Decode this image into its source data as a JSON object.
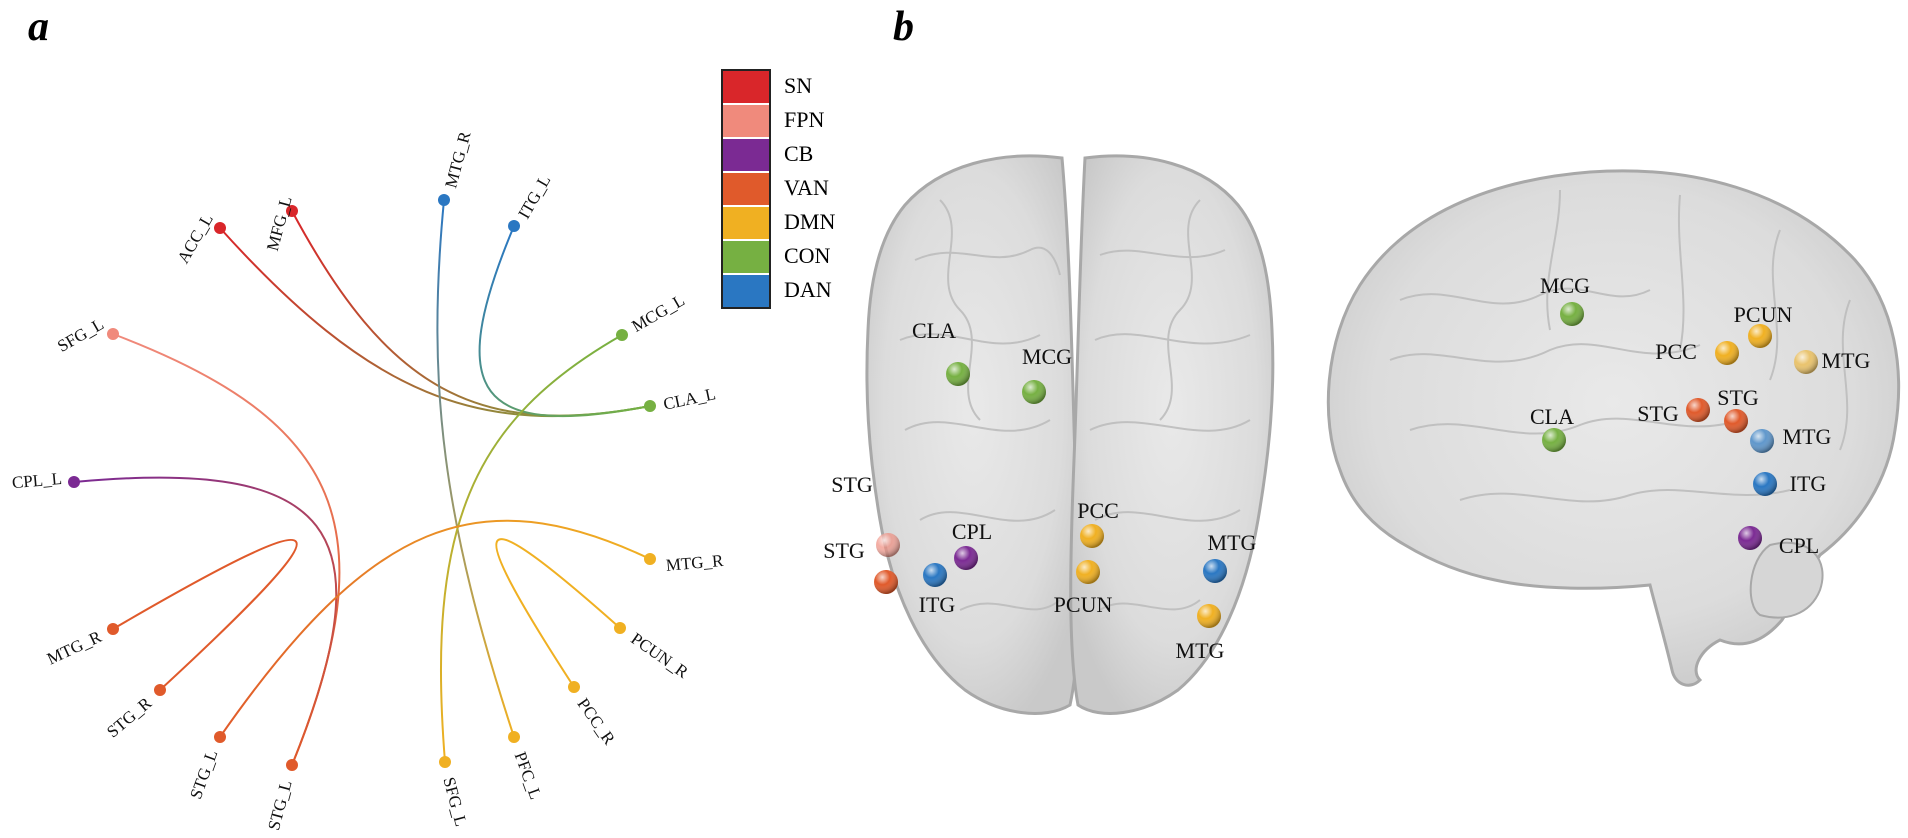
{
  "panels": [
    "a",
    "b"
  ],
  "colors": {
    "SN": "#d9262a",
    "FPN": "#f08a7c",
    "CB": "#7b2a93",
    "VAN": "#e05a2b",
    "DMN": "#f0b022",
    "CON": "#76b042",
    "DAN": "#2a77c2"
  },
  "legend": [
    {
      "name": "SN",
      "color": "#d9262a"
    },
    {
      "name": "FPN",
      "color": "#f08a7c"
    },
    {
      "name": "CB",
      "color": "#7b2a93"
    },
    {
      "name": "VAN",
      "color": "#e05a2b"
    },
    {
      "name": "DMN",
      "color": "#f0b022"
    },
    {
      "name": "CON",
      "color": "#76b042"
    },
    {
      "name": "DAN",
      "color": "#2a77c2"
    }
  ],
  "connectogram": {
    "nodes": [
      {
        "id": "ACC_L",
        "label": "ACC_L",
        "network": "SN"
      },
      {
        "id": "MFG_L",
        "label": "MFG_L",
        "network": "SN"
      },
      {
        "id": "MTG_R_top",
        "label": "MTG_R",
        "network": "DAN"
      },
      {
        "id": "ITG_L",
        "label": "ITG_L",
        "network": "DAN"
      },
      {
        "id": "MCG_L",
        "label": "MCG_L",
        "network": "CON"
      },
      {
        "id": "CLA_L",
        "label": "CLA_L",
        "network": "CON"
      },
      {
        "id": "SFG_L_top",
        "label": "SFG_L",
        "network": "FPN"
      },
      {
        "id": "CPL_L",
        "label": "CPL_L",
        "network": "CB"
      },
      {
        "id": "MTG_R_right",
        "label": "MTG_R",
        "network": "DMN"
      },
      {
        "id": "PCUN_R",
        "label": "PCUN_R",
        "network": "DMN"
      },
      {
        "id": "PCC_R",
        "label": "PCC_R",
        "network": "DMN"
      },
      {
        "id": "PFC_L",
        "label": "PFC_L",
        "network": "DMN"
      },
      {
        "id": "SFG_L_bottom",
        "label": "SFG_L",
        "network": "DMN"
      },
      {
        "id": "STG_L_b2",
        "label": "STG_L",
        "network": "VAN"
      },
      {
        "id": "STG_L_b1",
        "label": "STG_L",
        "network": "VAN"
      },
      {
        "id": "STG_R",
        "label": "STG_R",
        "network": "VAN"
      },
      {
        "id": "MTG_R_left",
        "label": "MTG_R",
        "network": "VAN"
      }
    ],
    "edges": [
      {
        "from": "ACC_L",
        "to": "CLA_L"
      },
      {
        "from": "MFG_L",
        "to": "CLA_L"
      },
      {
        "from": "SFG_L_top",
        "to": "STG_L_b2"
      },
      {
        "from": "CPL_L",
        "to": "STG_L_b2"
      },
      {
        "from": "MTG_R_top",
        "to": "PFC_L"
      },
      {
        "from": "ITG_L",
        "to": "CLA_L"
      },
      {
        "from": "MCG_L",
        "to": "SFG_L_bottom"
      },
      {
        "from": "MTG_R_right",
        "to": "STG_L_b1"
      },
      {
        "from": "PCUN_R",
        "to": "PCC_R"
      },
      {
        "from": "MTG_R_left",
        "to": "STG_R"
      }
    ]
  },
  "brain_axial": {
    "nodes": [
      {
        "label": "CLA",
        "network": "CON"
      },
      {
        "label": "MCG",
        "network": "CON"
      },
      {
        "label": "STG",
        "network": "FPN"
      },
      {
        "label": "STG",
        "network": "VAN"
      },
      {
        "label": "CPL",
        "network": "CB"
      },
      {
        "label": "ITG",
        "network": "DAN"
      },
      {
        "label": "PCC",
        "network": "DMN"
      },
      {
        "label": "PCUN",
        "network": "DMN"
      },
      {
        "label": "MTG",
        "network": "DAN"
      },
      {
        "label": "MTG",
        "network": "DMN"
      }
    ]
  },
  "brain_sagittal": {
    "nodes": [
      {
        "label": "MCG",
        "network": "CON"
      },
      {
        "label": "PCUN",
        "network": "DMN"
      },
      {
        "label": "PCC",
        "network": "DMN"
      },
      {
        "label": "MTG",
        "network": "DMN"
      },
      {
        "label": "STG",
        "network": "VAN"
      },
      {
        "label": "STG",
        "network": "VAN"
      },
      {
        "label": "CLA",
        "network": "CON"
      },
      {
        "label": "MTG",
        "network": "DAN"
      },
      {
        "label": "ITG",
        "network": "DAN"
      },
      {
        "label": "CPL",
        "network": "CB"
      }
    ]
  }
}
